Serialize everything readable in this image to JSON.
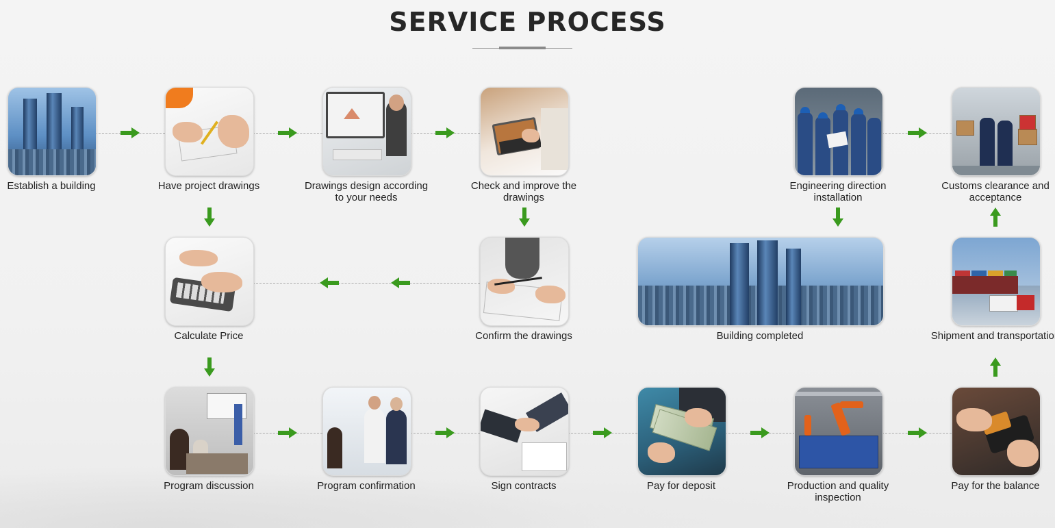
{
  "title": "SERVICE PROCESS",
  "steps": {
    "establish": "Establish a building",
    "drawings": "Have project drawings",
    "design": "Drawings design according to your needs",
    "check": "Check and improve the drawings",
    "price": "Calculate Price",
    "confirm": "Confirm the drawings",
    "completed": "Building completed",
    "engineering": "Engineering direction installation",
    "customs": "Customs clearance and acceptance",
    "shipment": "Shipment and transportation",
    "discussion": "Program discussion",
    "program_confirm": "Program confirmation",
    "contracts": "Sign contracts",
    "deposit": "Pay for deposit",
    "production": "Production and quality inspection",
    "balance": "Pay for the balance"
  },
  "colors": {
    "arrow": "#3a9a1e",
    "title": "#262626",
    "connector": "#a8a8a8"
  }
}
